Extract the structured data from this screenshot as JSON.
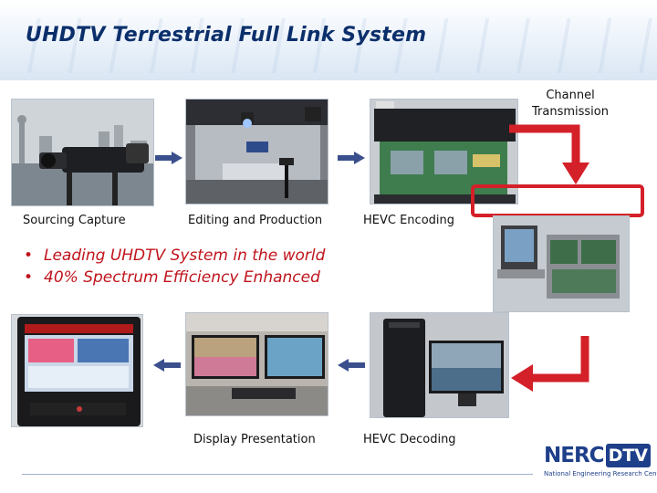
{
  "header": {
    "title": "UHDTV Terrestrial Full Link System"
  },
  "channel": {
    "label_line1": "Channel",
    "label_line2": "Transmission"
  },
  "stages": [
    {
      "caption": "Sourcing Capture"
    },
    {
      "caption": "Editing and Production"
    },
    {
      "caption": "HEVC Encoding"
    },
    {
      "caption": "HEVC Decoding"
    },
    {
      "caption": "Display Presentation"
    }
  ],
  "bullets": [
    "Leading UHDTV System in the world",
    "40% Spectrum Efficiency Enhanced"
  ],
  "logo": {
    "brand_left": "NERC",
    "brand_right": "DTV",
    "tagline": "National Engineering Research Center"
  },
  "colors": {
    "title": "#0b2f6b",
    "accent_red": "#d42028",
    "arrow_blue": "#3a4f8c",
    "bullet_red": "#c0141c"
  },
  "icons": [
    "arrow-right-icon",
    "arrow-left-icon",
    "elbow-arrow-down-icon",
    "elbow-arrow-left-icon"
  ]
}
